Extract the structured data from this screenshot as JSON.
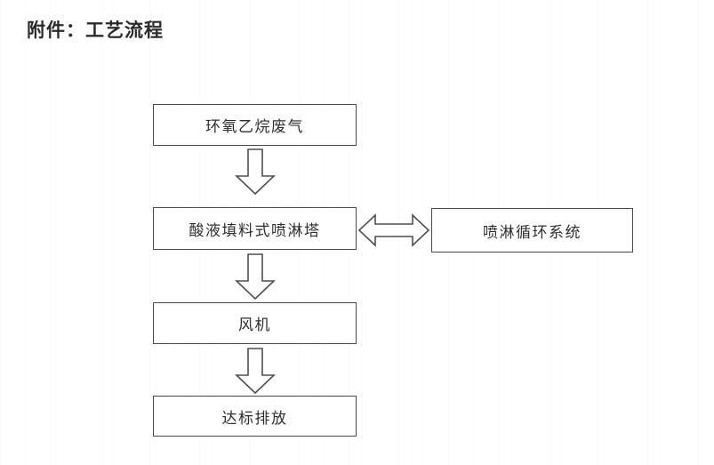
{
  "document": {
    "title": "附件：工艺流程",
    "background_color": "#ffffff",
    "ink_color": "#2e2e2e",
    "border_color": "#4a4a4a"
  },
  "diagram": {
    "type": "flowchart",
    "orientation": "vertical",
    "nodes": [
      {
        "id": "waste-gas",
        "label": "环氧乙烷废气",
        "order": 1
      },
      {
        "id": "spray-tower",
        "label": "酸液填料式喷淋塔",
        "order": 2
      },
      {
        "id": "fan",
        "label": "风机",
        "order": 3
      },
      {
        "id": "emission",
        "label": "达标排放",
        "order": 4
      },
      {
        "id": "circulation",
        "label": "喷淋循环系统",
        "order": 5
      }
    ],
    "edges": [
      {
        "from": "waste-gas",
        "to": "spray-tower",
        "style": "block-arrow",
        "direction": "down"
      },
      {
        "from": "spray-tower",
        "to": "fan",
        "style": "block-arrow",
        "direction": "down"
      },
      {
        "from": "fan",
        "to": "emission",
        "style": "block-arrow",
        "direction": "down"
      },
      {
        "from": "spray-tower",
        "to": "circulation",
        "style": "block-arrow",
        "direction": "bidirectional"
      }
    ],
    "icons": {
      "arrow_down": "arrow-down-icon",
      "arrow_double": "arrow-left-right-icon"
    }
  }
}
